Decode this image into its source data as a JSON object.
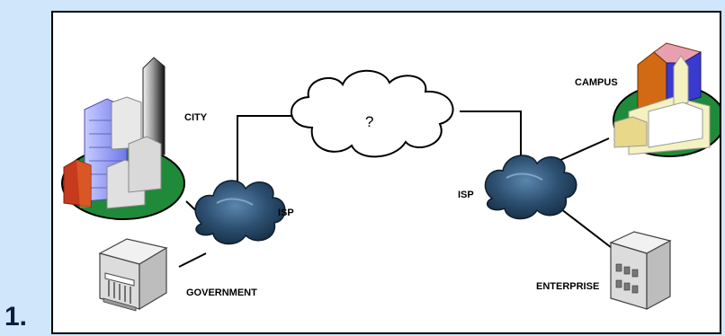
{
  "slide_number": "1.",
  "diagram": {
    "nodes": {
      "city": "CITY",
      "campus": "CAMPUS",
      "government": "GOVERNMENT",
      "enterprise": "ENTERPRISE",
      "isp_left": "ISP",
      "isp_right": "ISP",
      "internet": "?"
    }
  },
  "colors": {
    "background": "#cfe6fb",
    "isp_cloud": "#2c4f70",
    "ground_green": "#1f8a3a",
    "building_blue": "#7f86f0",
    "building_red": "#c63a1e"
  }
}
